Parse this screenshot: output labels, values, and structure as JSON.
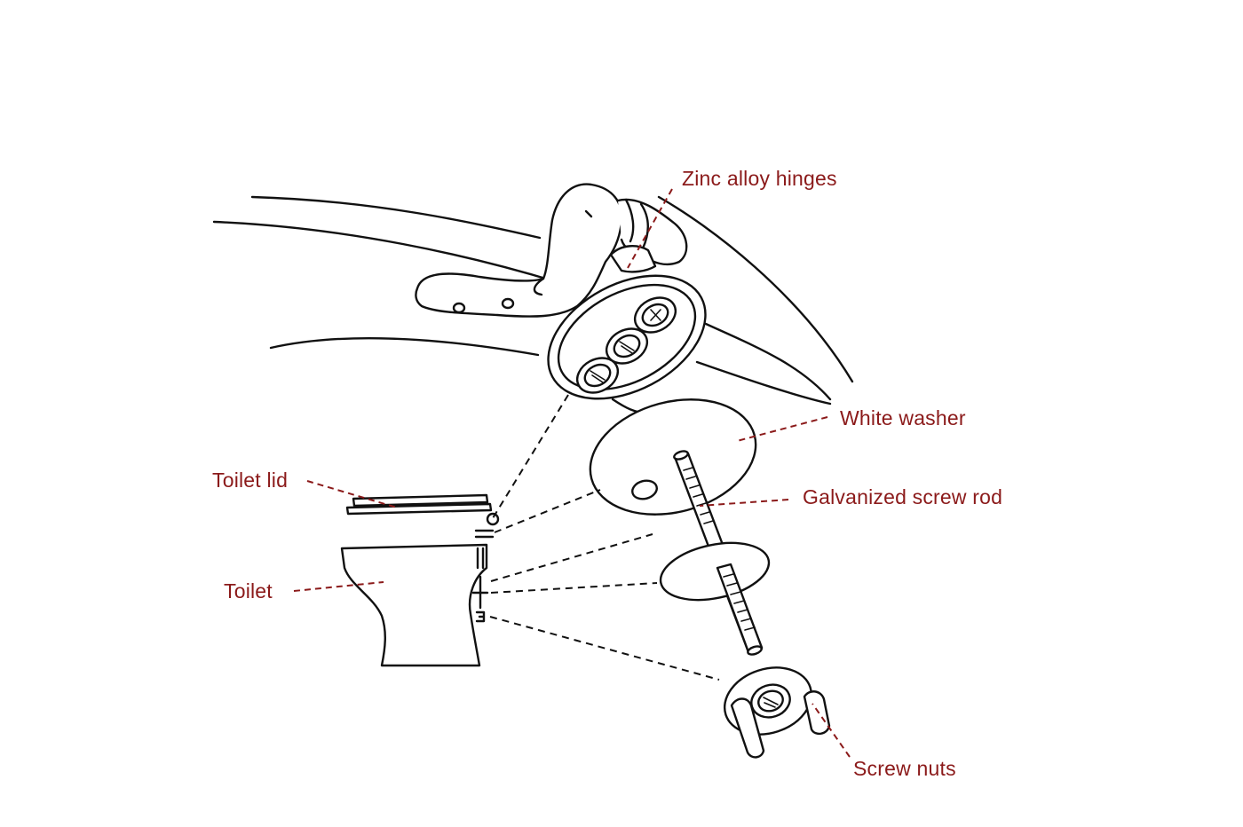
{
  "colors": {
    "label": "#8b1a1a",
    "line": "#111111",
    "background": "#ffffff"
  },
  "labels": {
    "zinc_alloy_hinges": "Zinc alloy hinges",
    "white_washer": "White washer",
    "galvanized_screw_rod": "Galvanized screw rod",
    "toilet_lid": "Toilet lid",
    "toilet": "Toilet",
    "screw_nuts": "Screw nuts"
  }
}
